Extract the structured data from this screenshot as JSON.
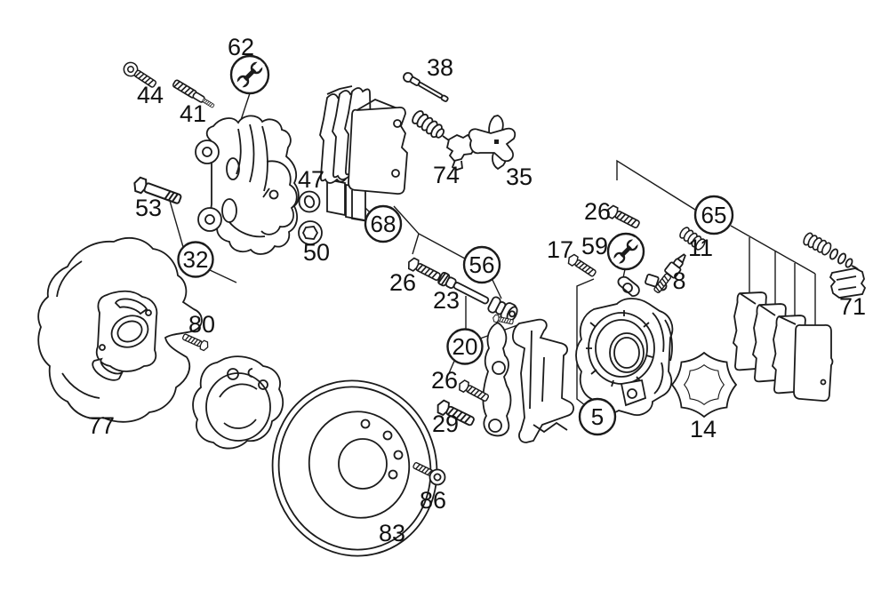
{
  "diagram": {
    "background": "#ffffff",
    "line_color": "#1b1b1b",
    "text_color": "#111111",
    "title": ""
  },
  "labels": [
    {
      "text": "44"
    },
    {
      "text": "41"
    },
    {
      "text": "62"
    },
    {
      "text": "38"
    },
    {
      "text": "74"
    },
    {
      "text": "35"
    },
    {
      "text": "53"
    },
    {
      "text": "47"
    },
    {
      "text": "50"
    },
    {
      "text": "26"
    },
    {
      "text": "23"
    },
    {
      "text": "26"
    },
    {
      "text": "17"
    },
    {
      "text": "59"
    },
    {
      "text": "11"
    },
    {
      "text": "8"
    },
    {
      "text": "71"
    },
    {
      "text": "80"
    },
    {
      "text": "77"
    },
    {
      "text": "26"
    },
    {
      "text": "29"
    },
    {
      "text": "86"
    },
    {
      "text": "83"
    },
    {
      "text": "14"
    }
  ],
  "callouts": [
    {
      "text": "32"
    },
    {
      "text": "68"
    },
    {
      "text": "56"
    },
    {
      "text": "20"
    },
    {
      "text": "5"
    },
    {
      "text": "65"
    }
  ],
  "icons": [
    {
      "name": "wrench-icon",
      "locations": [
        "callout-near-62",
        "callout-near-59"
      ]
    }
  ]
}
